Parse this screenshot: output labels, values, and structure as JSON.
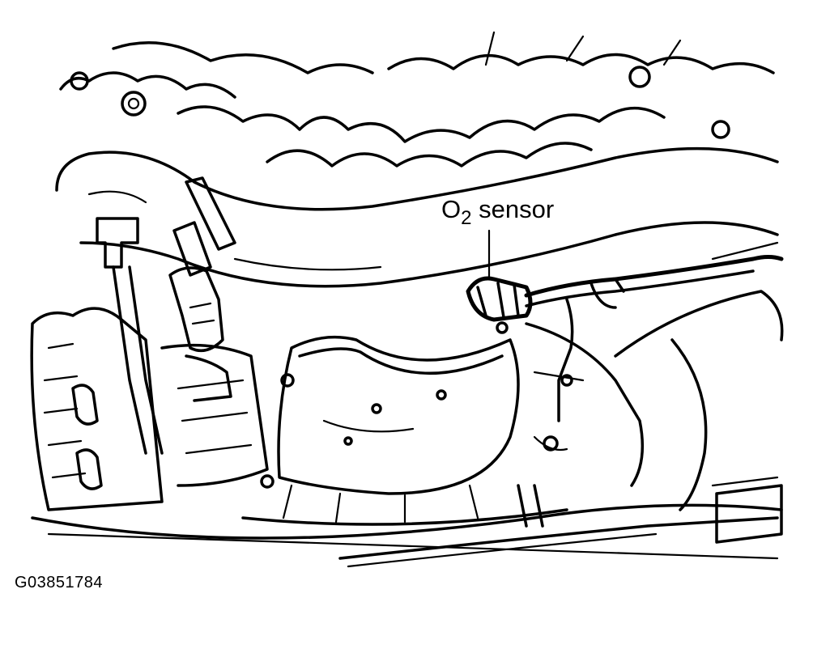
{
  "callout": {
    "label_prefix": "O",
    "label_subscript": "2",
    "label_suffix": " sensor"
  },
  "figure_id": "G03851784",
  "colors": {
    "ink": "#000000",
    "paper": "#ffffff"
  },
  "icons": {
    "o2-sensor": "o2-sensor-icon",
    "alternator": "alternator-icon"
  }
}
